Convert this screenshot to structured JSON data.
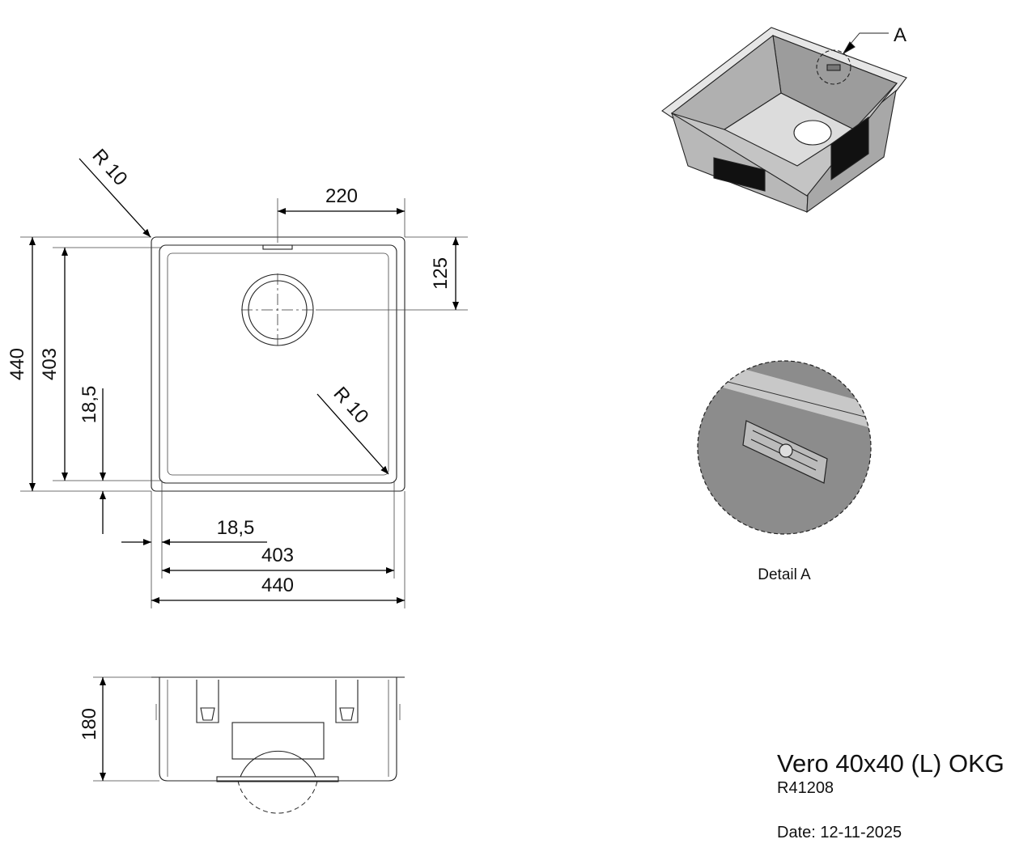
{
  "plan_view": {
    "radius_outer_label": "R 10",
    "radius_inner_label": "R 10",
    "drain_offset_x": "220",
    "drain_offset_y": "125",
    "outer_height": "440",
    "inner_height": "403",
    "rim_left": "18,5",
    "rim_bottom": "18,5",
    "inner_width": "403",
    "outer_width": "440"
  },
  "side_view": {
    "depth": "180"
  },
  "iso_view": {
    "detail_marker": "A"
  },
  "detail": {
    "label": "Detail A"
  },
  "title_block": {
    "product": "Vero 40x40 (L) OKG",
    "code": "R41208",
    "date": "Date: 12-11-2025"
  },
  "colors": {
    "steel": "#a8a8a8",
    "steel_light": "#d4d4d4",
    "detail_fill": "#8c8c8c"
  }
}
